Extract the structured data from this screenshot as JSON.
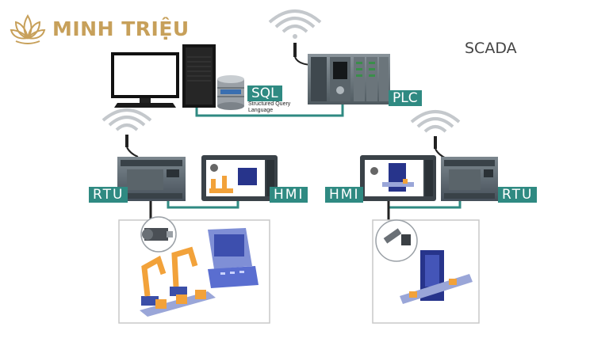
{
  "brand": {
    "name": "MINH TRIỆU",
    "color": "#c7a05a"
  },
  "title": "SCADA",
  "labels": {
    "sql": "SQL",
    "sql_sub": "Structured Query Language",
    "plc": "PLC",
    "rtu_left": "RTU",
    "hmi_left": "HMI",
    "hmi_right": "HMI",
    "rtu_right": "RTU"
  },
  "colors": {
    "tag": "#2f8a82",
    "link": "#2f8a82",
    "device": "#5f6b72",
    "machine_blue": "#27348b",
    "robot_orange": "#f2a23a"
  },
  "icons": [
    "lotus-logo-icon",
    "desktop-computer-icon",
    "database-icon",
    "wifi-antenna-icon",
    "plc-module-icon",
    "rtu-module-icon",
    "hmi-panel-icon",
    "robot-arm-icon",
    "motor-icon",
    "control-console-icon",
    "sensor-icon",
    "inspection-machine-icon"
  ]
}
